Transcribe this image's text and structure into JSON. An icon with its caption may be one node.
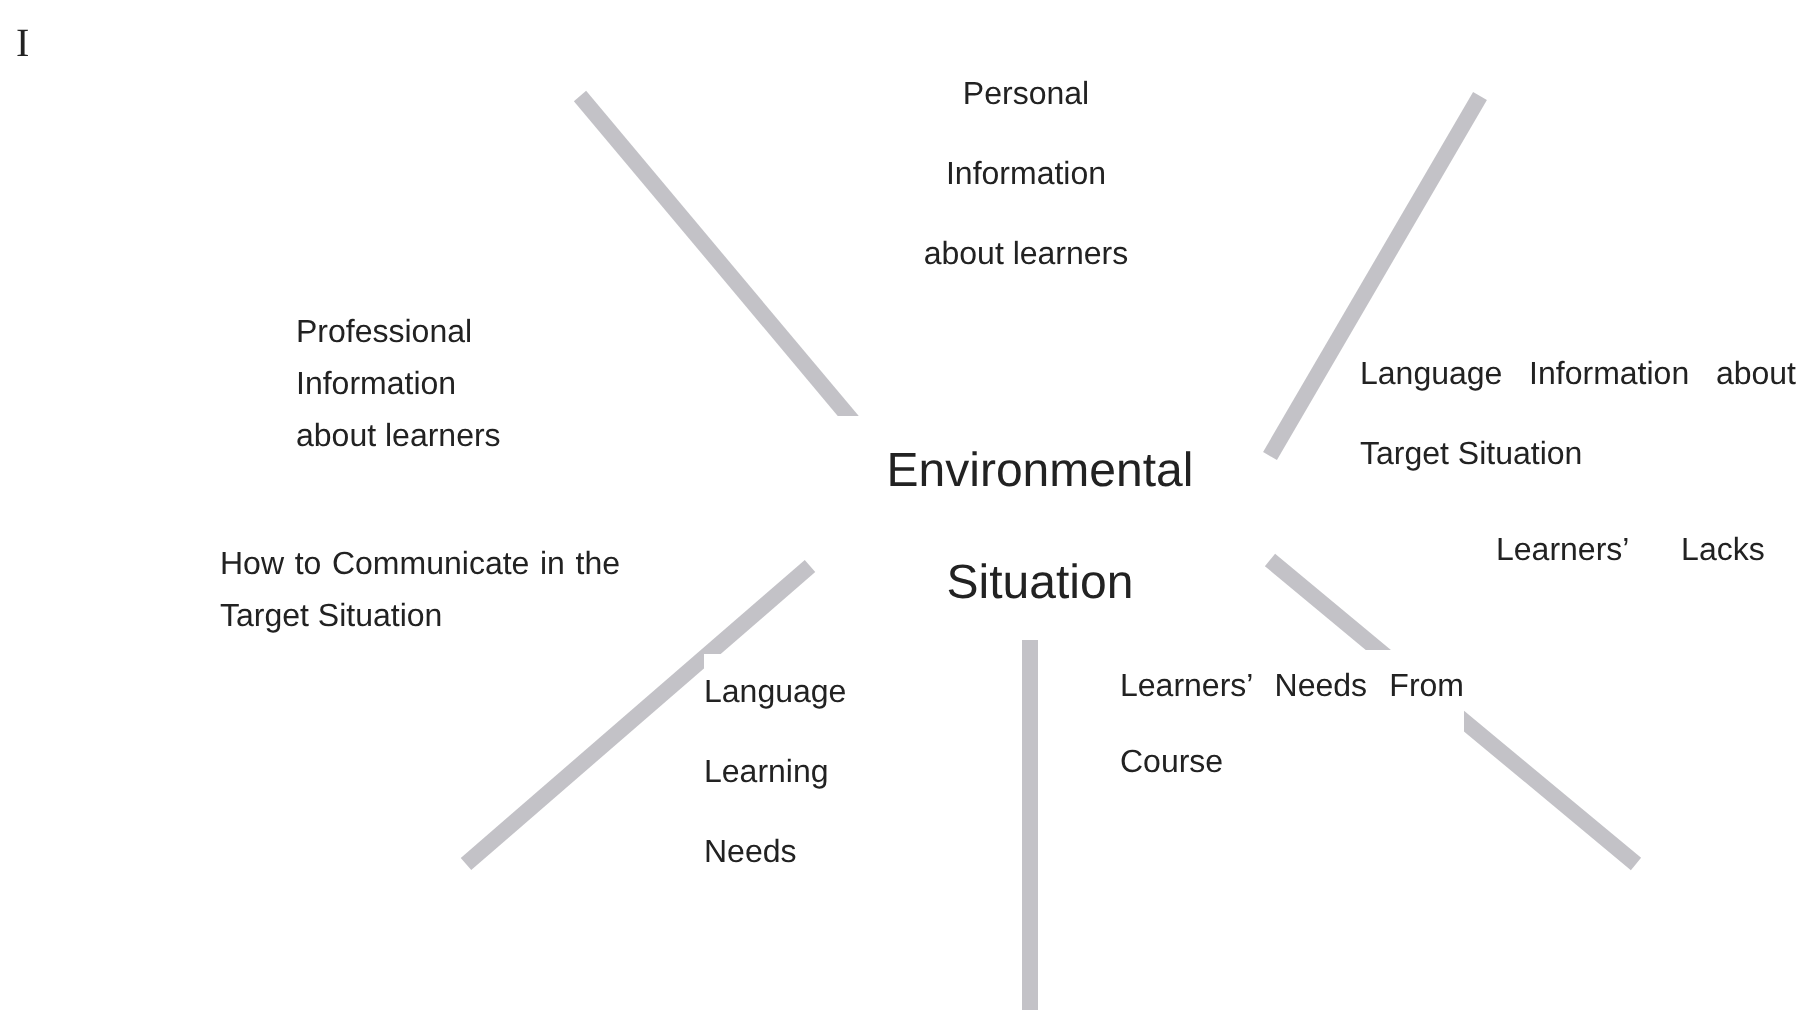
{
  "diagram": {
    "labels": [
      "I",
      "Personal Information about learners",
      "Professional Information about learners",
      "Environmental Situation",
      "Language Information about Target Situation",
      "Learners’ Lacks",
      "How to Communicate in the Target Situation",
      "Language Learning Needs",
      "Learners’ Needs From Course"
    ]
  }
}
